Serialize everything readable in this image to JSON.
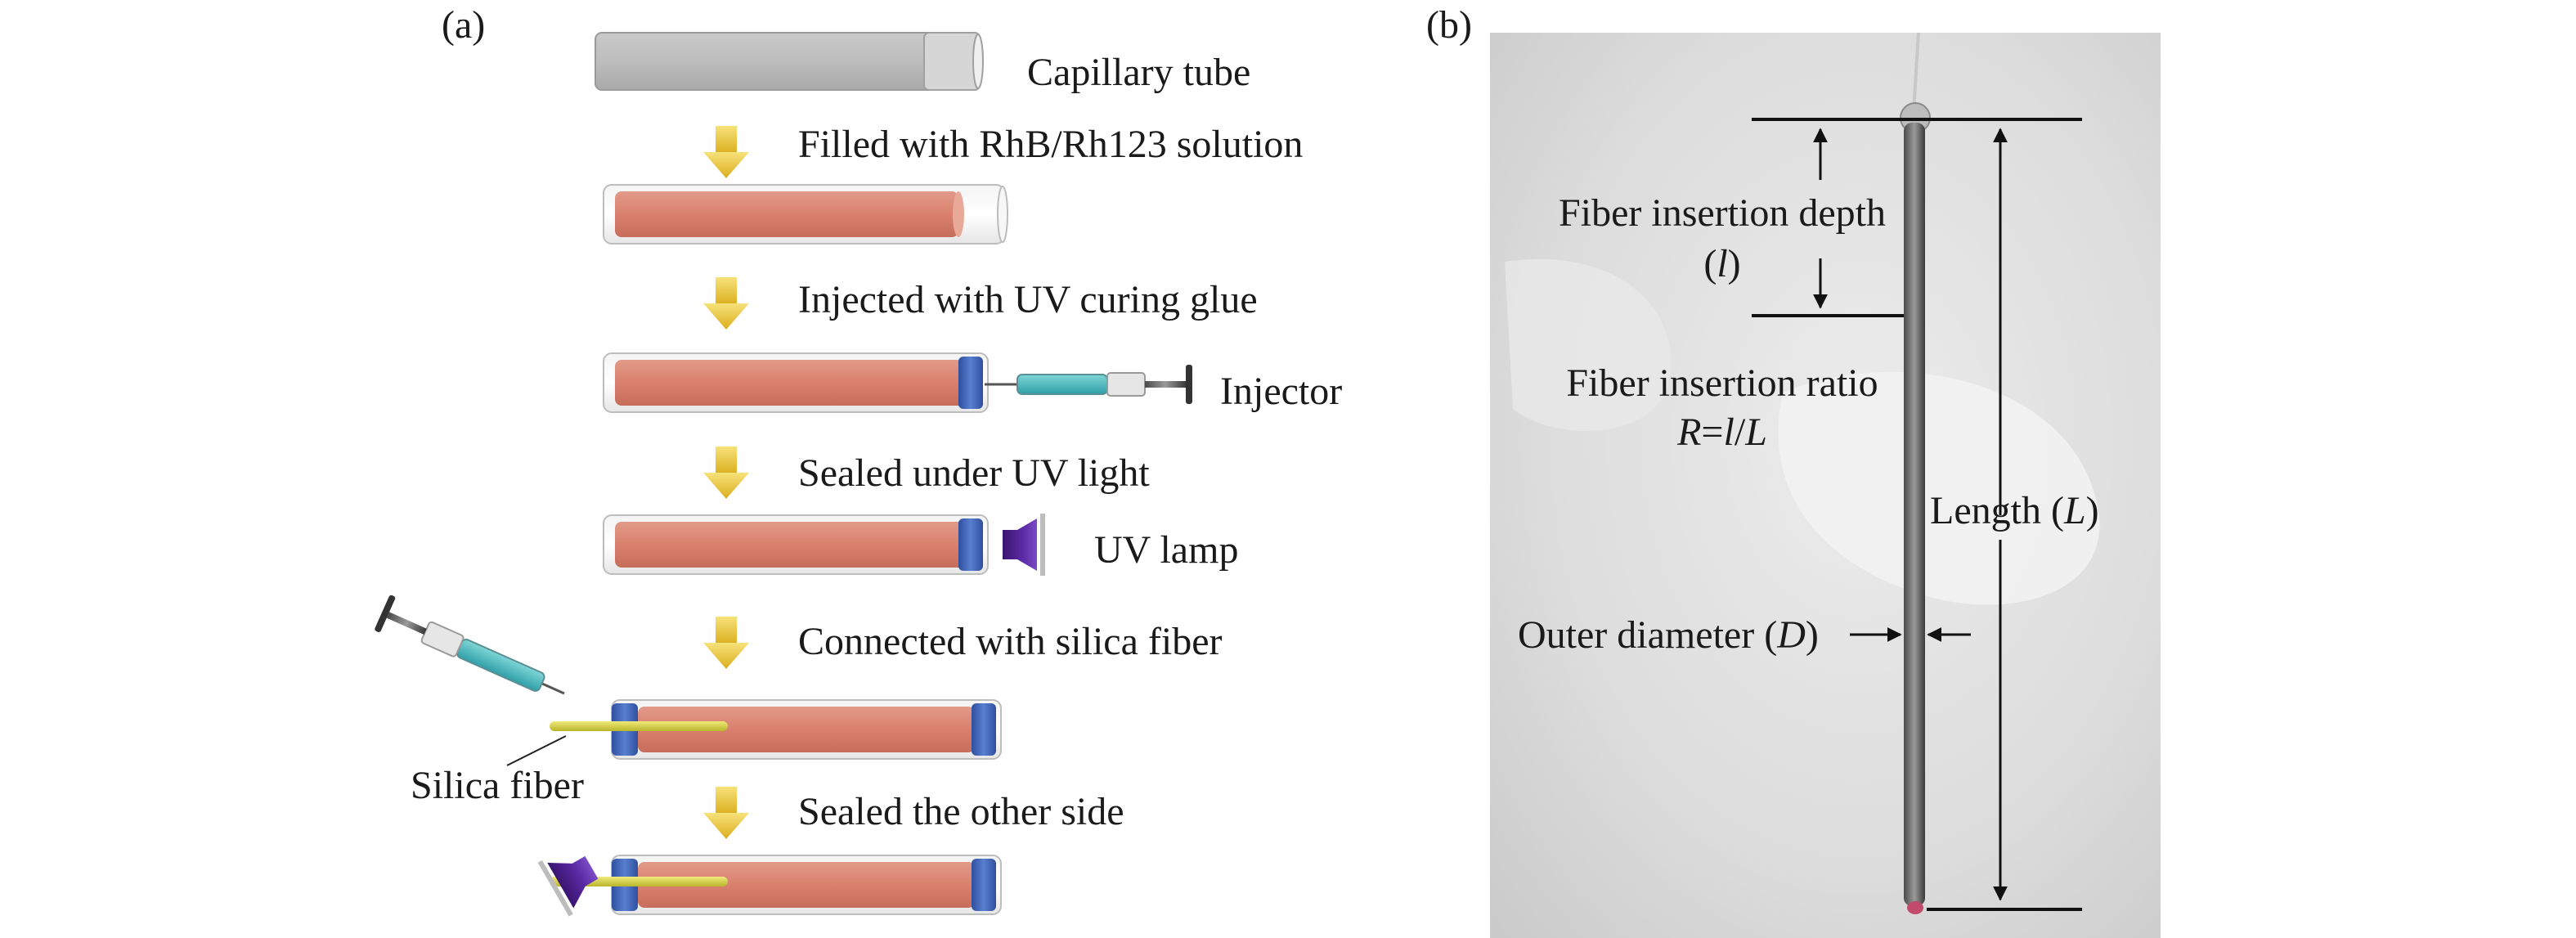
{
  "panel_a": {
    "label": "(a)",
    "steps": [
      "Capillary tube",
      "Filled with RhB/Rh123 solution",
      "Injected with UV curing glue",
      "Sealed under UV light",
      "Connected with silica fiber",
      "Sealed the other side"
    ],
    "callouts": {
      "injector": "Injector",
      "uv_lamp": "UV lamp",
      "silica_fiber": "Silica fiber"
    }
  },
  "panel_b": {
    "label": "(b)",
    "depth_label": "Fiber insertion depth",
    "depth_symbol_open": "(",
    "depth_symbol": "l",
    "depth_symbol_close": ")",
    "ratio_label": "Fiber insertion ratio",
    "ratio_R": "R",
    "ratio_eq": "=",
    "ratio_l": "l",
    "ratio_slash": "/",
    "ratio_L": "L",
    "length_label": "Length (",
    "length_symbol": "L",
    "length_close": ")",
    "diameter_label": "Outer diameter (",
    "diameter_symbol": "D",
    "diameter_close": ")"
  },
  "colors": {
    "solution": "#d9806e",
    "glue_blue": "#3f63b8",
    "arrow_yellow": "#e8c23a",
    "fiber_yellow": "#d8d23a",
    "uv_purple": "#4b1c8e",
    "photo_bg": "#d9d9d9"
  }
}
